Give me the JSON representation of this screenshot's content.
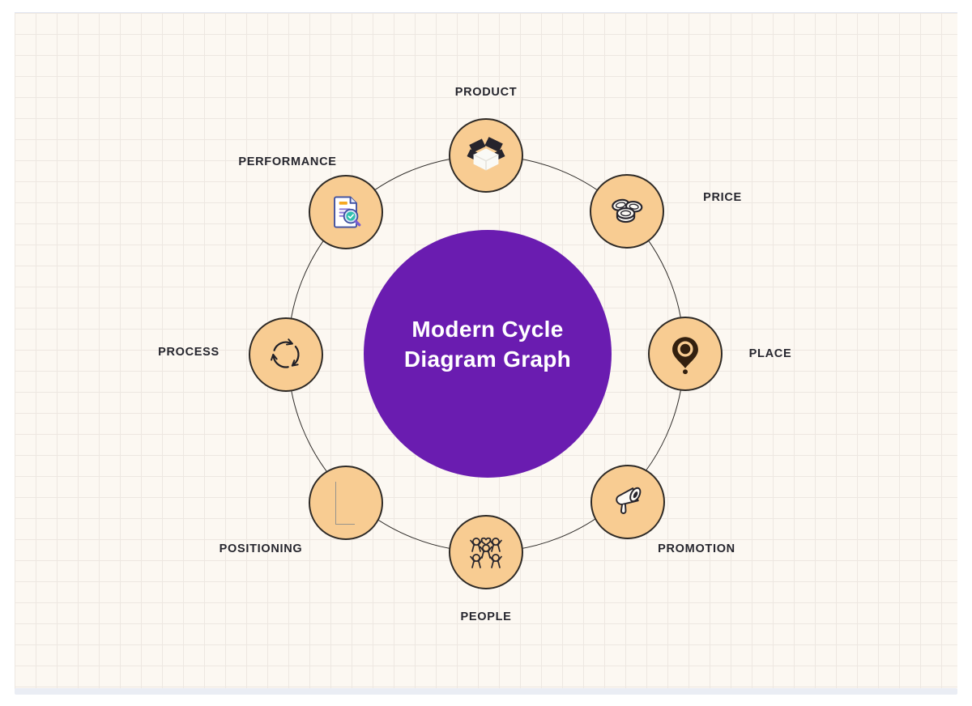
{
  "canvas": {
    "background_color": "#FCF8F2",
    "grid_line_color": "#EDE7E1",
    "scrollbar_color": "#EAEDF4"
  },
  "diagram": {
    "title_line1": "Modern Cycle",
    "title_line2": "Diagram Graph",
    "center_color": "#6A1CB0",
    "node_fill_color": "#F8CC92",
    "node_border_color": "#2E2A26",
    "label_color": "#26262E",
    "nodes": [
      {
        "label": "PRODUCT",
        "icon": "open-box-icon"
      },
      {
        "label": "PRICE",
        "icon": "coins-icon"
      },
      {
        "label": "PLACE",
        "icon": "map-pin-icon"
      },
      {
        "label": "PROMOTION",
        "icon": "megaphone-icon"
      },
      {
        "label": "PEOPLE",
        "icon": "people-group-icon"
      },
      {
        "label": "POSITIONING",
        "icon": "corner-line-icon"
      },
      {
        "label": "PROCESS",
        "icon": "cycle-arrows-icon"
      },
      {
        "label": "PERFORMANCE",
        "icon": "report-magnifier-icon"
      }
    ]
  }
}
